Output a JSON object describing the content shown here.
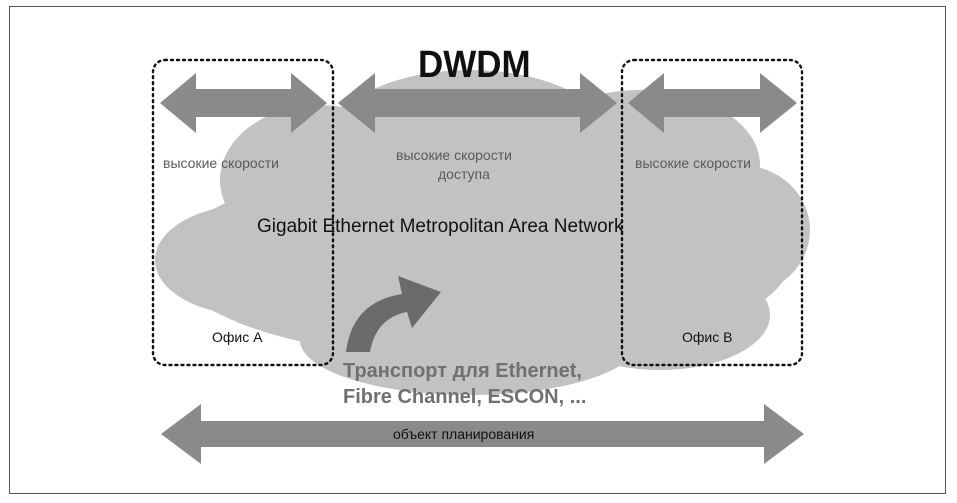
{
  "diagram": {
    "title": "DWDM",
    "network_label": "Gigabit Ethernet Metropolitan Area Network",
    "speed_left": "высокие скорости",
    "speed_center_line1": "высокие скорости",
    "speed_center_line2": "доступа",
    "speed_right": "высокие скорости",
    "office_a": "Офис А",
    "office_b": "Офис В",
    "transport_line1": "Транспорт для Ethernet,",
    "transport_line2": "Fibre Channel, ESCON, ...",
    "planning_label": "объект планирования"
  },
  "colors": {
    "cloud": "#c2c2c2",
    "arrow": "#8a8a8a",
    "arrow_dark": "#6b6b6b",
    "text_gray": "#5a5a5a"
  }
}
